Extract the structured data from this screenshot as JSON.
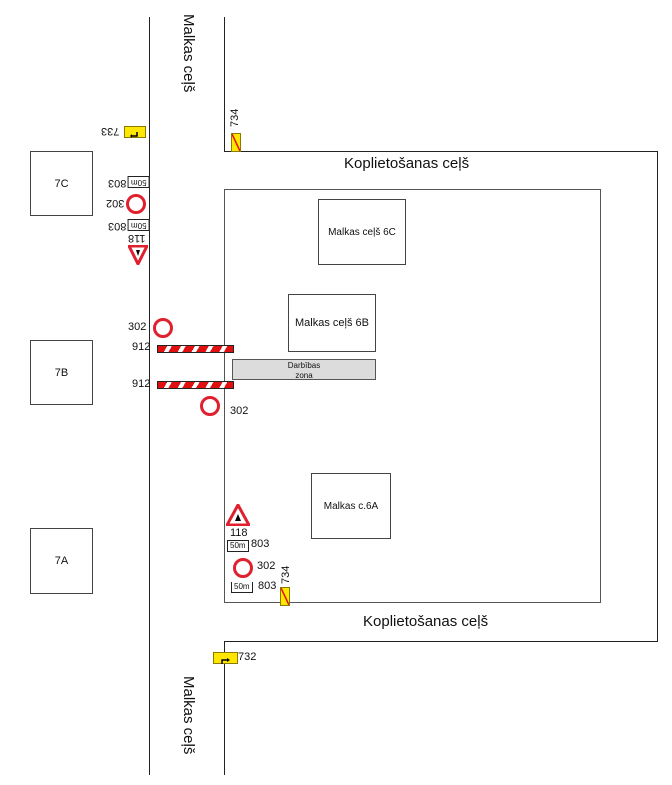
{
  "roads": {
    "malkas_top": "Malkas ceļš",
    "malkas_bottom": "Malkas ceļš",
    "koplietosanas_top": "Koplietošanas  ceļš",
    "koplietosanas_bottom": "Koplietošanas  ceļš"
  },
  "buildings": {
    "b7c": "7C",
    "b7b": "7B",
    "b7a": "7A",
    "b6c": "Malkas ceļš 6C",
    "b6b": "Malkas ceļš 6B",
    "b6a": "Malkas c.6A"
  },
  "work_zone": {
    "line1": "Darbības",
    "line2": "zona"
  },
  "signs": {
    "s733": "733",
    "s734_top": "734",
    "s734_bottom": "734",
    "s732": "732",
    "s803_top1": "803",
    "s803_top2": "803",
    "s302_top": "302",
    "s118_top": "118",
    "s302_left": "302",
    "s912_a": "912",
    "s912_b": "912",
    "s302_right": "302",
    "s118_bottom": "118",
    "s803_bottom1": "803",
    "s302_bottom": "302",
    "s803_bottom2": "803",
    "plate_50m": "50m"
  },
  "colors": {
    "sign_red": "#e0202e",
    "sign_yellow": "#ffe600",
    "zone_fill": "#dcdcdc"
  }
}
